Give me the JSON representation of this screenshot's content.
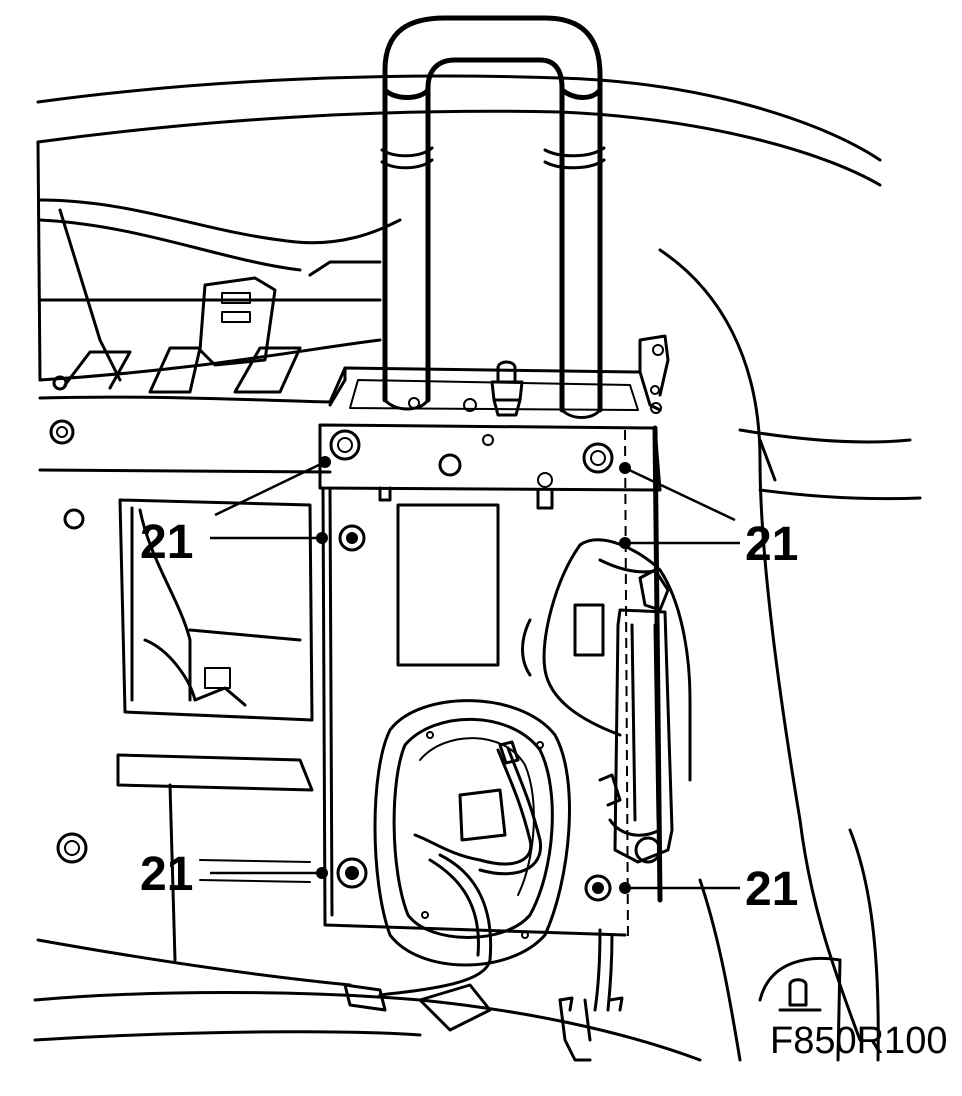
{
  "figure_code": "F850R100",
  "callouts": [
    {
      "id": "upper-left",
      "label": "21"
    },
    {
      "id": "mid-left",
      "label": "21"
    },
    {
      "id": "lower-left",
      "label": "21"
    },
    {
      "id": "upper-right",
      "label": "21"
    },
    {
      "id": "mid-right",
      "label": "21"
    },
    {
      "id": "lower-right",
      "label": "21"
    }
  ]
}
